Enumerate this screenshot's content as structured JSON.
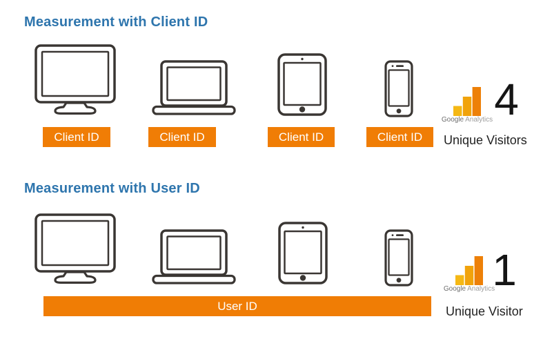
{
  "colors": {
    "orange": "#F07D05",
    "title_blue": "#2E75AD",
    "device_stroke": "#3A3633",
    "ga_bar_small": "#F5B815",
    "ga_bar_medium": "#F1A30B",
    "ga_bar_tall": "#ED8008"
  },
  "sections": [
    {
      "title": "Measurement with Client ID",
      "devices": [
        {
          "type": "desktop-monitor",
          "label": "Client ID"
        },
        {
          "type": "laptop",
          "label": "Client ID"
        },
        {
          "type": "tablet",
          "label": "Client ID"
        },
        {
          "type": "smartphone",
          "label": "Client ID"
        }
      ],
      "result": {
        "logo_primary": "Google",
        "logo_secondary": "Analytics",
        "count": "4",
        "caption": "Unique Visitors"
      }
    },
    {
      "title": "Measurement with User ID",
      "devices": [
        {
          "type": "desktop-monitor"
        },
        {
          "type": "laptop"
        },
        {
          "type": "tablet"
        },
        {
          "type": "smartphone"
        }
      ],
      "shared_label": "User ID",
      "result": {
        "logo_primary": "Google",
        "logo_secondary": "Analytics",
        "count": "1",
        "caption": "Unique Visitor"
      }
    }
  ]
}
